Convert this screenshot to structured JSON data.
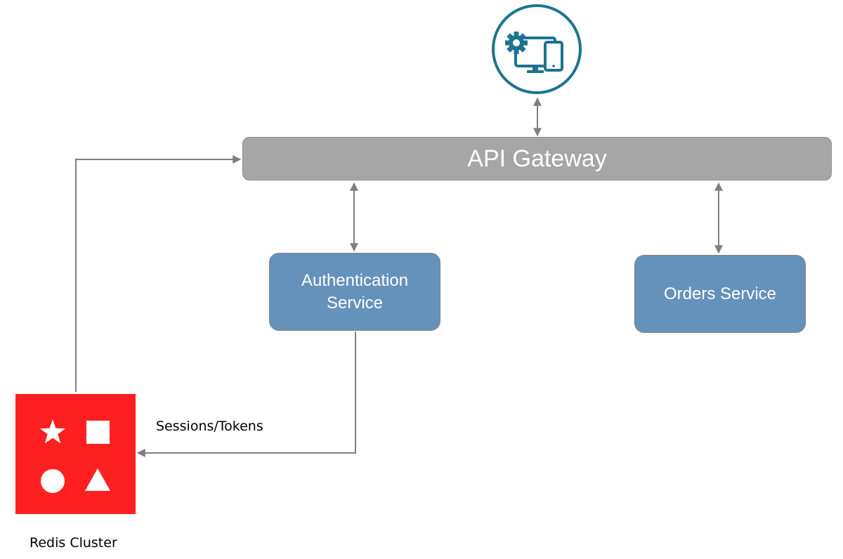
{
  "diagram": {
    "title": "",
    "gateway": {
      "label": "API Gateway"
    },
    "services": {
      "authentication": {
        "label_line1": "Authentication",
        "label_line2": "Service"
      },
      "orders": {
        "label": "Orders Service"
      }
    },
    "edges": {
      "sessions_label": "Sessions/Tokens"
    },
    "redis": {
      "label": "Redis Cluster"
    },
    "colors": {
      "gateway": "#a6a6a6",
      "service": "#6592bb",
      "redis": "#fe2020",
      "client_icon": "#1c7391",
      "connector": "#7f7f7f"
    },
    "icons": {
      "client": "devices-gear-icon",
      "redis": "redis-shapes-icon"
    }
  }
}
